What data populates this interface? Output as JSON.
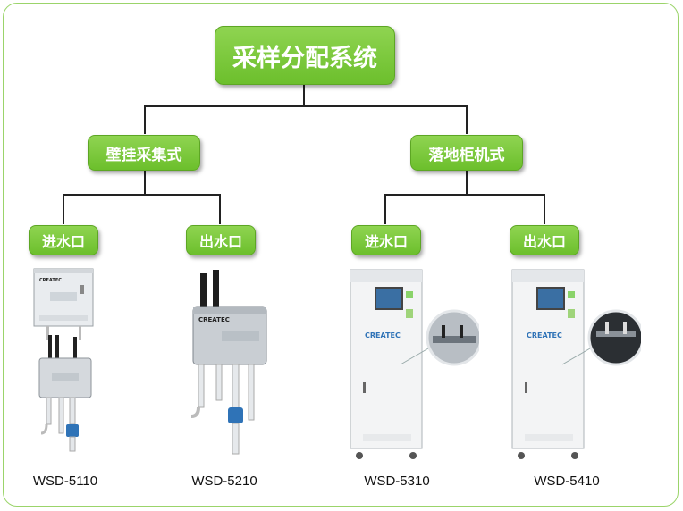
{
  "diagram": {
    "root": "采样分配系统",
    "branches": [
      {
        "label": "壁挂采集式",
        "children": [
          {
            "label": "进水口",
            "model": "WSD-5110"
          },
          {
            "label": "出水口",
            "model": "WSD-5210"
          }
        ]
      },
      {
        "label": "落地柜机式",
        "children": [
          {
            "label": "进水口",
            "model": "WSD-5310"
          },
          {
            "label": "出水口",
            "model": "WSD-5410"
          }
        ]
      }
    ]
  },
  "branding": {
    "logo_text": "CREATEC"
  },
  "colors": {
    "node_green": "#7ac943",
    "border_green": "#9bd46a",
    "line": "#222222"
  }
}
